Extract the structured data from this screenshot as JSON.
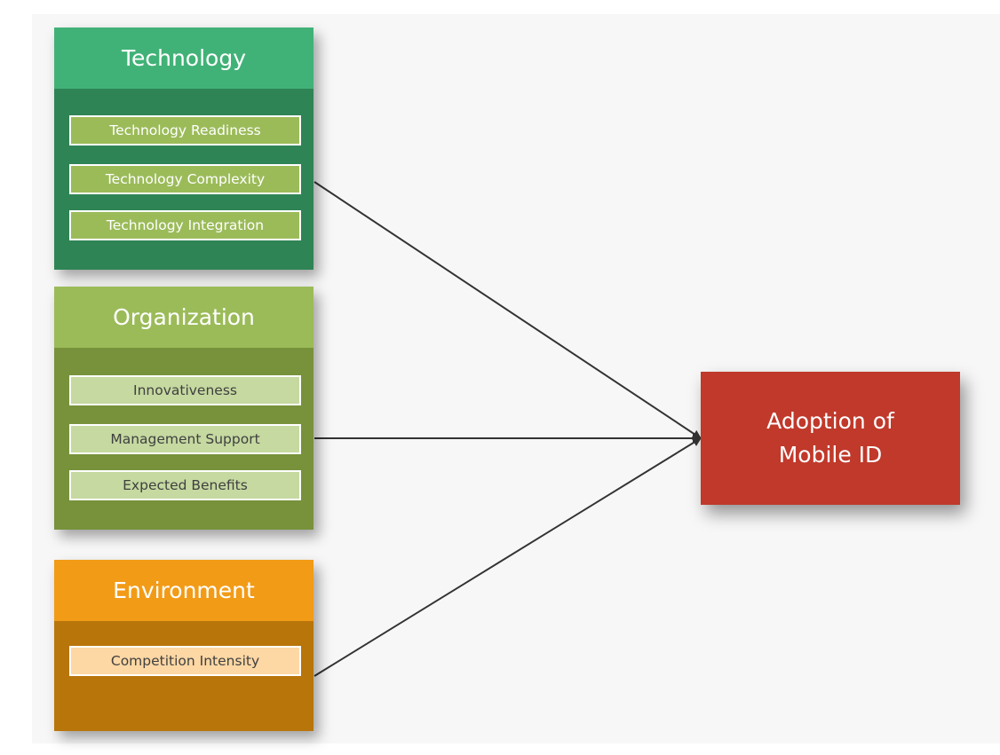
{
  "groups": [
    {
      "title": "Technology",
      "factors": [
        "Technology Readiness",
        "Technology Complexity",
        "Technology Integration"
      ]
    },
    {
      "title": "Organization",
      "factors": [
        "Innovativeness",
        "Management Support",
        "Expected Benefits"
      ]
    },
    {
      "title": "Environment",
      "factors": [
        "Competition Intensity"
      ]
    }
  ],
  "outcome": {
    "line1": "Adoption of",
    "line2": "Mobile ID"
  },
  "colors": {
    "technology_header": "#41b277",
    "technology_body": "#2f8455",
    "organization_header": "#9bbb59",
    "organization_body": "#77923b",
    "environment_header": "#f29b16",
    "environment_body": "#b8750a",
    "outcome": "#c0392b",
    "connector": "#333333"
  }
}
